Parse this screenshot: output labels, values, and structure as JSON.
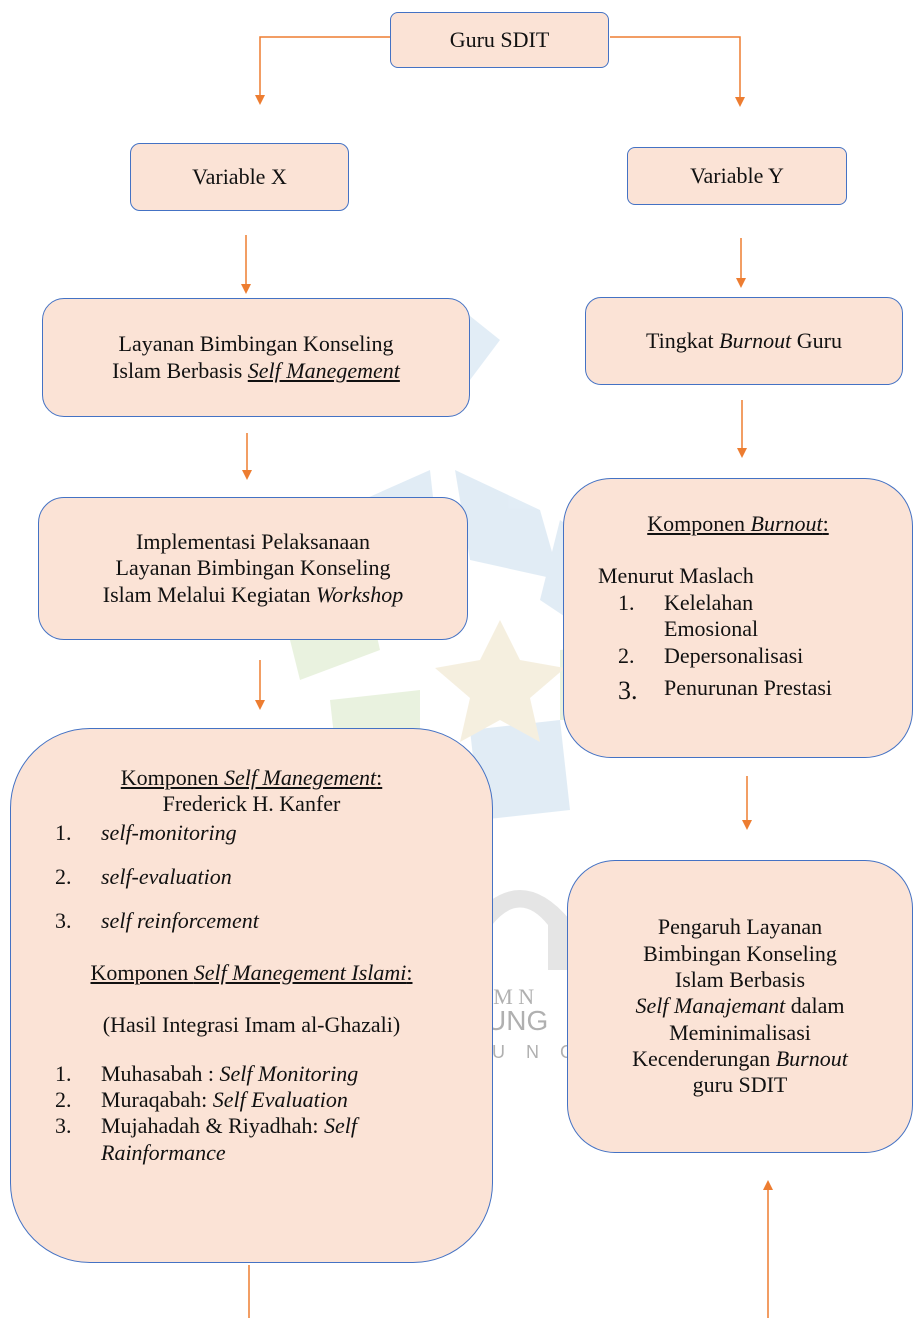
{
  "boxes": {
    "guru": "Guru SDIT",
    "var_x": "Variable X",
    "var_y": "Variable Y",
    "layanan_line1": "Layanan Bimbingan Konseling",
    "layanan_line2_pre": "Islam Berbasis ",
    "layanan_line2_em": "Self Manegement",
    "tingkat_pre": "Tingkat ",
    "tingkat_em": "Burnout",
    "tingkat_post": " Guru",
    "impl_line1": "Implementasi Pelaksanaan",
    "impl_line2": "Layanan Bimbingan Konseling",
    "impl_line3_pre": "Islam Melalui Kegiatan ",
    "impl_line3_em": "Workshop"
  },
  "burnout": {
    "title_pre": "Komponen ",
    "title_em": "Burnout",
    "title_post": ":",
    "source": "Menurut Maslach",
    "items": [
      {
        "num": "1.",
        "text_line1": "Kelelahan",
        "text_line2": "Emosional"
      },
      {
        "num": "2.",
        "text": "Depersonalisasi"
      },
      {
        "num": "3.",
        "text": "Penurunan Prestasi"
      }
    ]
  },
  "self_mgmt": {
    "title_pre": "Komponen ",
    "title_em": "Self Manegement",
    "title_post": ":",
    "author": "Frederick H. Kanfer",
    "items": [
      {
        "num": "1.",
        "text": "self-monitoring"
      },
      {
        "num": "2.",
        "text": "self-evaluation"
      },
      {
        "num": "3.",
        "text": "self reinforcement"
      }
    ],
    "islami_title_pre": "Komponen ",
    "islami_title_em": "Self Manegement Islami",
    "islami_title_post": ":",
    "integration": "(Hasil Integrasi Imam al-Ghazali)",
    "islami_items": [
      {
        "num": "1.",
        "text": "Muhasabah : ",
        "em": "Self Monitoring"
      },
      {
        "num": "2.",
        "text": "Muraqabah: ",
        "em": "Self Evaluation"
      },
      {
        "num": "3.",
        "text": "Mujahadah & Riyadhah: ",
        "em": "Self",
        "em2": "Rainformance"
      }
    ]
  },
  "pengaruh": {
    "line1": "Pengaruh Layanan",
    "line2": "Bimbingan Konseling",
    "line3": "Islam Berbasis",
    "line4_em": "Self Manajemant",
    "line4_post": " dalam",
    "line5": "Meminimalisasi",
    "line6_pre": "Kecenderungan ",
    "line6_em": "Burnout",
    "line7": "guru SDIT"
  },
  "watermark": {
    "text1": "IAM N",
    "text2": "UNG",
    "text3": "U N G"
  },
  "colors": {
    "box_fill": "#fbe3d6",
    "box_border": "#4472c4",
    "arrow": "#ed7d31"
  }
}
